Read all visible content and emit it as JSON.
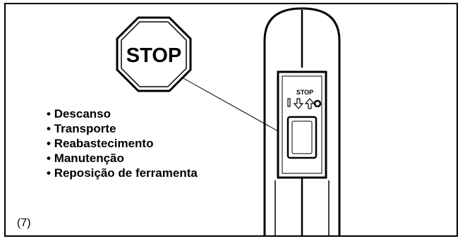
{
  "stop_sign": {
    "label": "STOP"
  },
  "switch": {
    "label": "STOP"
  },
  "conditions": [
    "Descanso",
    "Transporte",
    "Reabastecimento",
    "Manutenção",
    "Reposição de ferramenta"
  ],
  "figure_number": "(7)"
}
